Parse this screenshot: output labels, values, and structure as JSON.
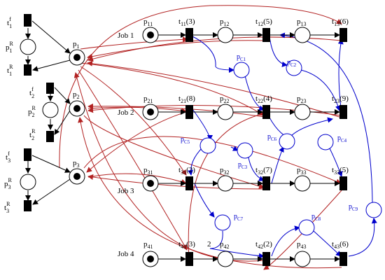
{
  "colors": {
    "resource_arc": "#b22222",
    "condition_arc": "#0000cc",
    "flow_arc": "#000000",
    "token": "#000000"
  },
  "jobs": [
    "Job 1",
    "Job 2",
    "Job 3",
    "Job 4"
  ],
  "resources": {
    "r1": {
      "tf": "t",
      "tf_sub": "1",
      "tf_sup": "f",
      "p": "p",
      "p_sub": "1",
      "p_sup": "R",
      "tr": "t",
      "tr_sub": "1",
      "tr_sup": "R"
    },
    "r2": {
      "tf": "t",
      "tf_sub": "2",
      "tf_sup": "f",
      "p": "p",
      "p_sub": "2",
      "p_sup": "R",
      "tr": "t",
      "tr_sub": "2",
      "tr_sup": "R"
    },
    "r3": {
      "tf": "t",
      "tf_sub": "3",
      "tf_sup": "f",
      "p": "p",
      "p_sub": "3",
      "p_sup": "R",
      "tr": "t",
      "tr_sub": "3",
      "tr_sup": "R"
    }
  },
  "machine_places": {
    "p1": "p",
    "p1_sub": "1",
    "p2": "p",
    "p2_sub": "2",
    "p3": "p",
    "p3_sub": "3"
  },
  "job1": {
    "p11": "p",
    "p11_sub": "11",
    "t11": "t",
    "t11_sub": "11",
    "t11_d": "(3)",
    "p12": "p",
    "p12_sub": "12",
    "t12": "t",
    "t12_sub": "12",
    "t12_d": "(5)",
    "p13": "p",
    "p13_sub": "13",
    "t13": "t",
    "t13_sub": "13",
    "t13_d": "(6)"
  },
  "job2": {
    "p21": "p",
    "p21_sub": "21",
    "t21": "t",
    "t21_sub": "21",
    "t21_d": "(8)",
    "p22": "p",
    "p22_sub": "22",
    "t22": "t",
    "t22_sub": "22",
    "t22_d": "(4)",
    "p23": "p",
    "p23_sub": "23",
    "t23": "t",
    "t23_sub": "23",
    "t23_d": "(9)"
  },
  "job3": {
    "p31": "p",
    "p31_sub": "31",
    "t31": "t",
    "t31_sub": "31",
    "t31_d": "(2)",
    "p32": "p",
    "p32_sub": "32",
    "t32": "t",
    "t32_sub": "32",
    "t32_d": "(7)",
    "p33": "p",
    "p33_sub": "33",
    "t33": "t",
    "t33_sub": "33",
    "t33_d": "(5)"
  },
  "job4": {
    "p41": "p",
    "p41_sub": "41",
    "t41": "t",
    "t41_sub": "41",
    "t41_d": "(3)",
    "p42": "p",
    "p42_sub": "42",
    "t42": "t",
    "t42_sub": "42",
    "t42_d": "(2)",
    "p43": "p",
    "p43_sub": "43",
    "t43": "t",
    "t43_sub": "43",
    "t43_d": "(6)"
  },
  "conditions": {
    "c1": {
      "p": "p",
      "sub": "C1"
    },
    "c2": {
      "p": "p",
      "sub": "C2"
    },
    "c3": {
      "p": "p",
      "sub": "C3"
    },
    "c4": {
      "p": "p",
      "sub": "C4"
    },
    "c5": {
      "p": "p",
      "sub": "C5"
    },
    "c6": {
      "p": "p",
      "sub": "C6"
    },
    "c7": {
      "p": "p",
      "sub": "C7"
    },
    "c8": {
      "p": "p",
      "sub": "C8"
    },
    "c9": {
      "p": "p",
      "sub": "C9"
    }
  },
  "arc_weight": "2"
}
